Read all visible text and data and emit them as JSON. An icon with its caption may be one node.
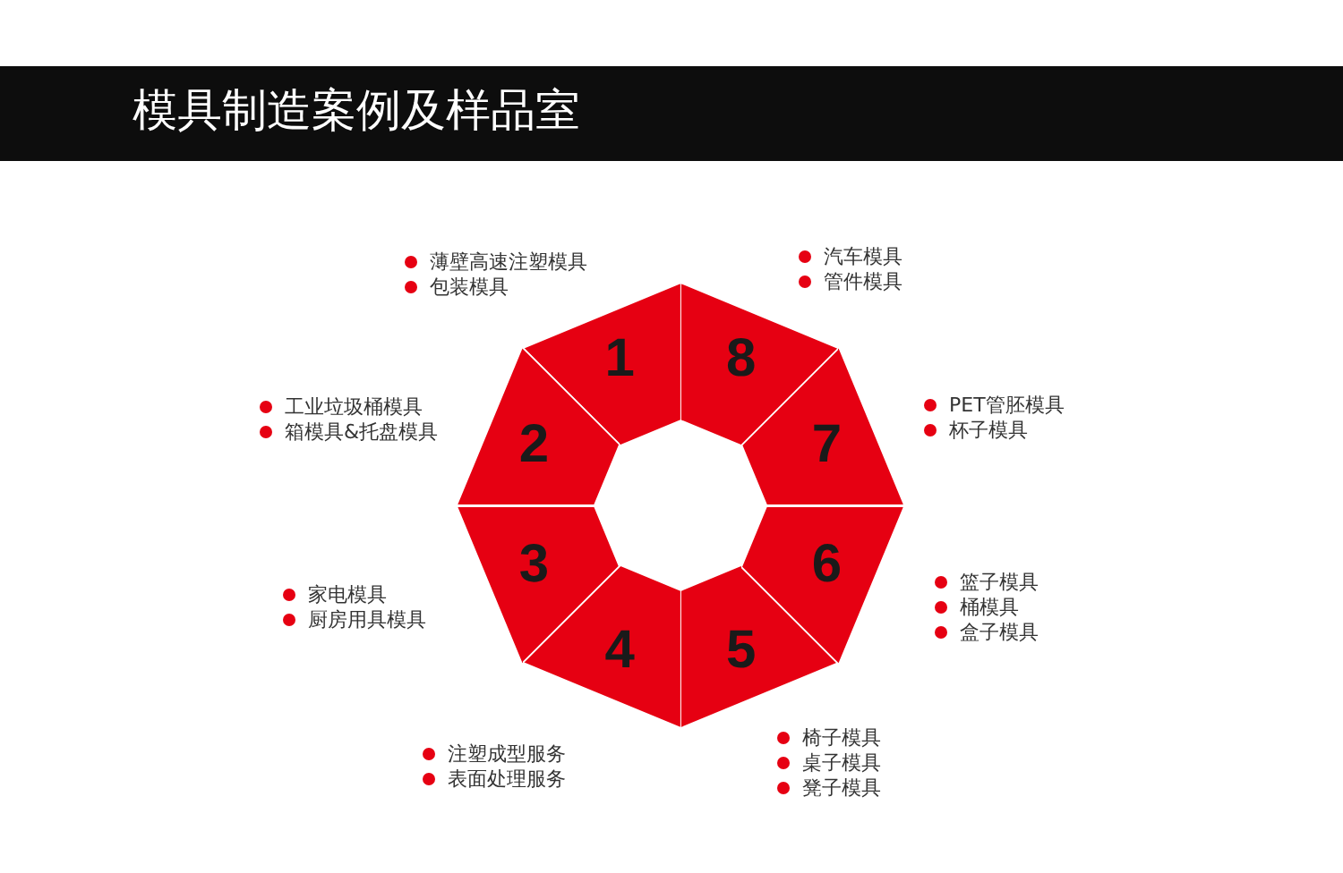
{
  "diagram": {
    "title": "模具制造案例及样品室",
    "nodes": [
      {
        "text": [
          "1"
        ],
        "beside": [
          "薄壁高速注塑模具",
          "包装模具"
        ]
      },
      {
        "text": [
          "2"
        ],
        "beside": [
          "工业垃圾桶模具",
          "箱模具&托盘模具"
        ]
      },
      {
        "text": [
          "3"
        ],
        "beside": [
          "家电模具",
          "厨房用具模具"
        ]
      },
      {
        "text": [
          "4"
        ],
        "beside": [
          "注塑成型服务",
          "表面处理服务"
        ]
      },
      {
        "text": [
          "5"
        ],
        "beside": [
          "椅子模具",
          "桌子模具",
          "凳子模具"
        ]
      },
      {
        "text": [
          "6"
        ],
        "beside": [
          "篮子模具",
          "桶模具",
          "盒子模具"
        ]
      },
      {
        "text": [
          "7"
        ],
        "beside": [
          "PET管胚模具",
          "杯子模具"
        ]
      },
      {
        "text": [
          "8"
        ],
        "beside": [
          "汽车模具",
          "管件模具"
        ]
      }
    ]
  }
}
